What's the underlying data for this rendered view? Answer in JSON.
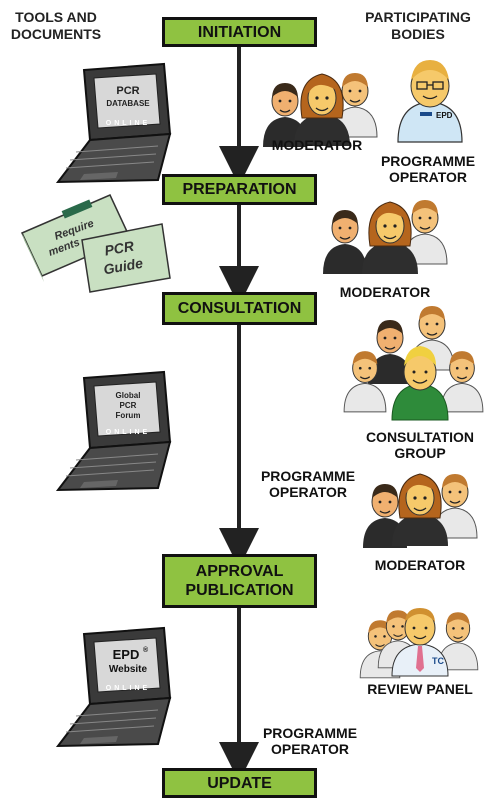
{
  "headers": {
    "left": [
      "TOOLS AND",
      "DOCUMENTS"
    ],
    "right": [
      "PARTICIPATING",
      "BODIES"
    ]
  },
  "stages": {
    "initiation": "INITIATION",
    "preparation": "PREPARATION",
    "consultation": "CONSULTATION",
    "approval": [
      "APPROVAL",
      "PUBLICATION"
    ],
    "update": "UPDATE"
  },
  "tools": {
    "pcr_database": {
      "line1": "PCR",
      "line2": "DATABASE",
      "badge": "ONLINE"
    },
    "documents": {
      "requirements": [
        "Require",
        "ments"
      ],
      "guide": [
        "PCR",
        "Guide"
      ]
    },
    "global_forum": {
      "lines": [
        "Global",
        "PCR",
        "Forum"
      ],
      "badge": "ONLINE"
    },
    "epd_website": {
      "line1": "EPD",
      "reg": "®",
      "line2": "Website",
      "badge": "ONLINE"
    }
  },
  "bodies": {
    "moderator_1": "MODERATOR",
    "programme_operator_1": [
      "PROGRAMME",
      "OPERATOR"
    ],
    "moderator_2": "MODERATOR",
    "consultation_group": [
      "CONSULTATION",
      "GROUP"
    ],
    "moderator_3": "MODERATOR",
    "review_panel": "REVIEW PANEL",
    "epd_badge": "EPD",
    "tc_badge": "TC"
  },
  "arrow_labels": {
    "programme_operator_mid": [
      "PROGRAMME",
      "OPERATOR"
    ],
    "programme_operator_bottom": [
      "PROGRAMME",
      "OPERATOR"
    ]
  },
  "colors": {
    "stage_fill": "#8fc241",
    "stage_border": "#111111",
    "arrow": "#222222",
    "laptop_body": "#3a3a3a",
    "doc_fill": "#c9e0c2",
    "person_hair": "#b5651d",
    "person_skin": "#f6c96a"
  }
}
